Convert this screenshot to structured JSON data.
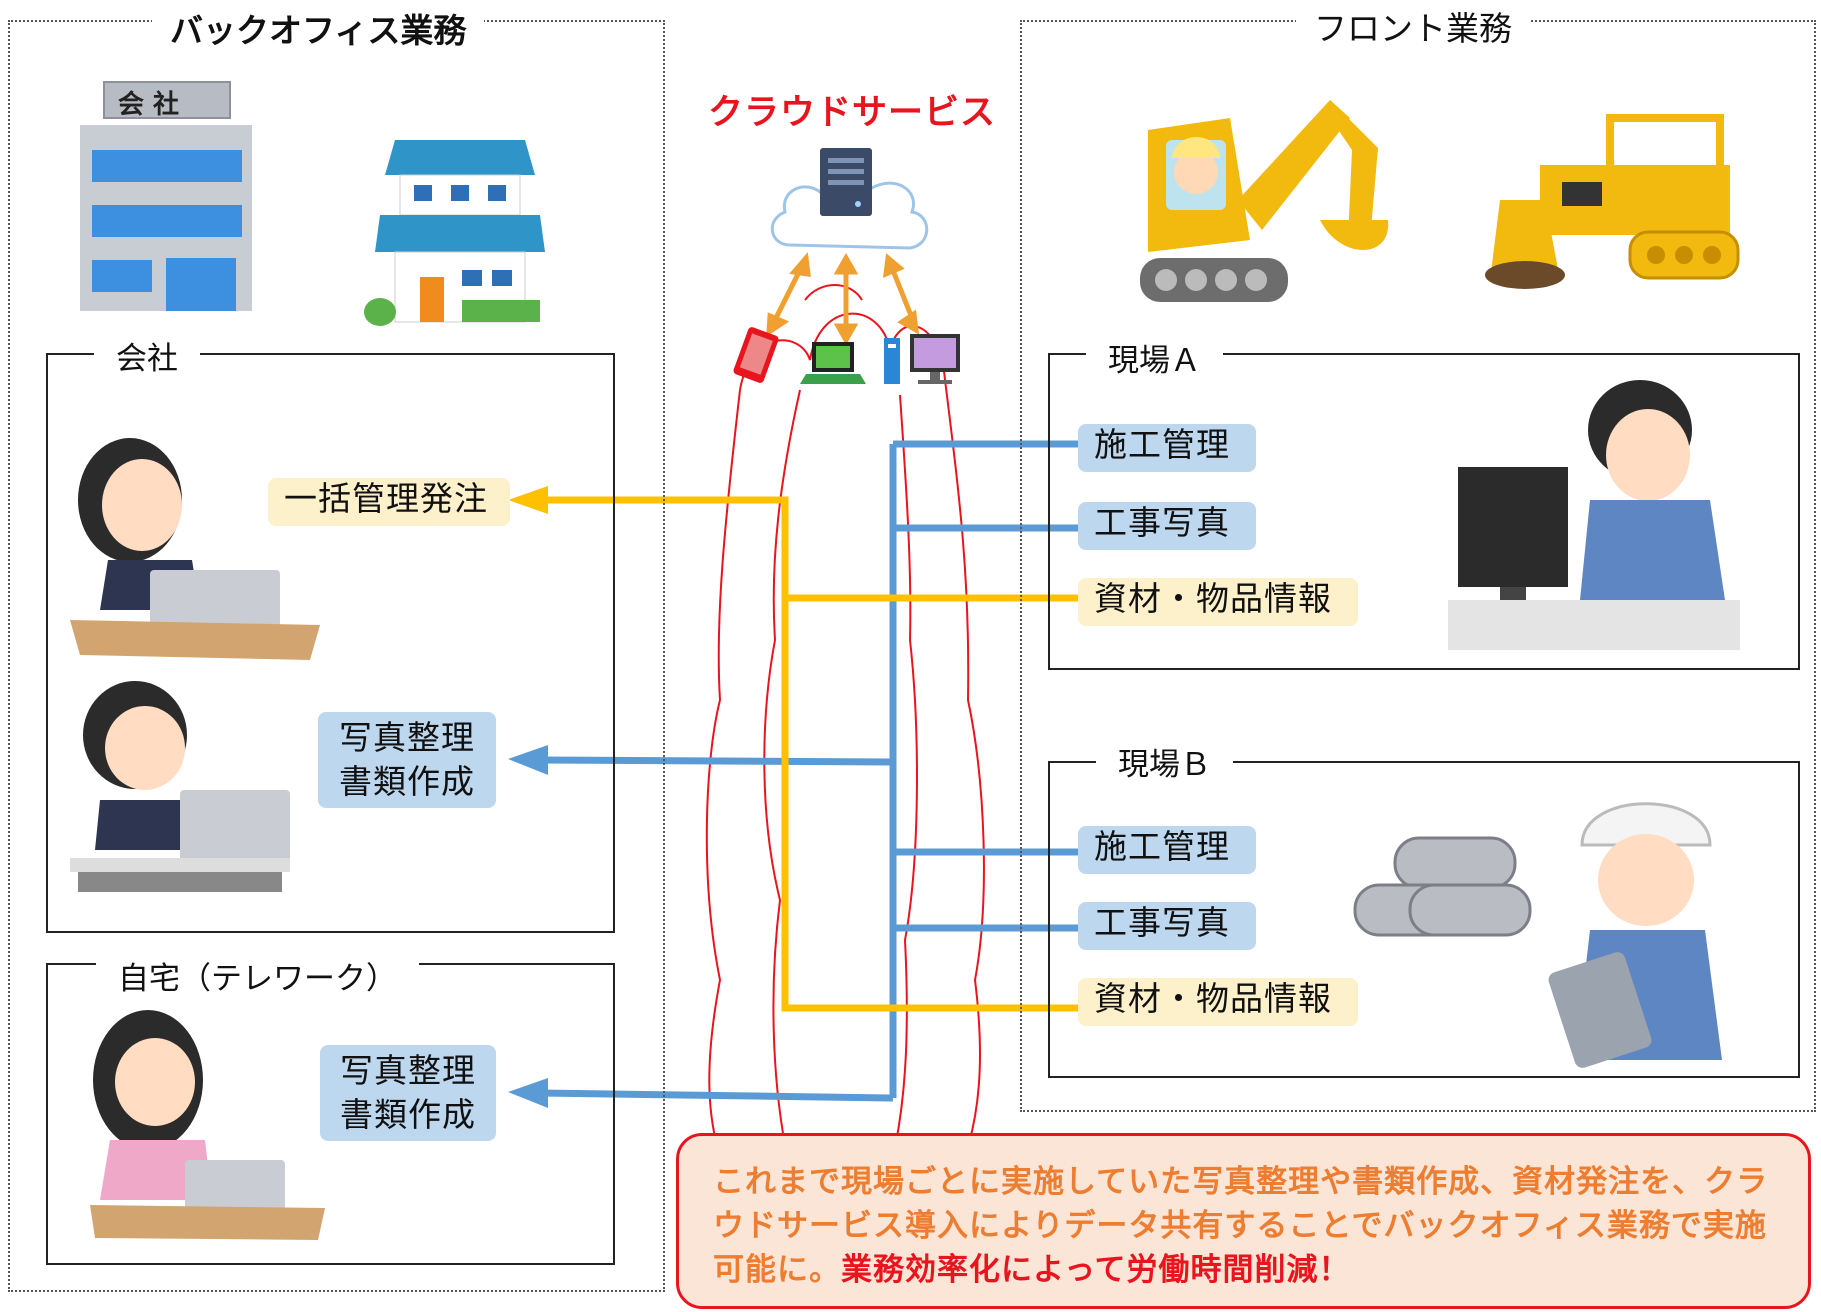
{
  "back_office": {
    "title": "バックオフィス業務"
  },
  "front": {
    "title": "フロント業務"
  },
  "cloud": {
    "title": "クラウドサービス"
  },
  "building_sign": "会 社",
  "office": {
    "title": "会社",
    "tag1": "一括管理発注",
    "tag2_line1": "写真整理",
    "tag2_line2": "書類作成"
  },
  "home": {
    "title": "自宅（テレワーク）",
    "tag_line1": "写真整理",
    "tag_line2": "書類作成"
  },
  "site_a": {
    "title": "現場Ａ",
    "items": [
      "施工管理",
      "工事写真",
      "資材・物品情報"
    ]
  },
  "site_b": {
    "title": "現場Ｂ",
    "items": [
      "施工管理",
      "工事写真",
      "資材・物品情報"
    ]
  },
  "note": {
    "text": "これまで現場ごとに実施していた写真整理や書類作成、資材発注を、クラウドサービス導入によりデータ共有することでバックオフィス業務で実施可能に。",
    "highlight": "業務効率化によって労働時間削減！"
  },
  "colors": {
    "blue_line": "#5b9bd5",
    "yellow_line": "#ffc000",
    "red": "#e8141e",
    "orange_text": "#ed7d31",
    "note_bg": "#fbe5d6"
  }
}
